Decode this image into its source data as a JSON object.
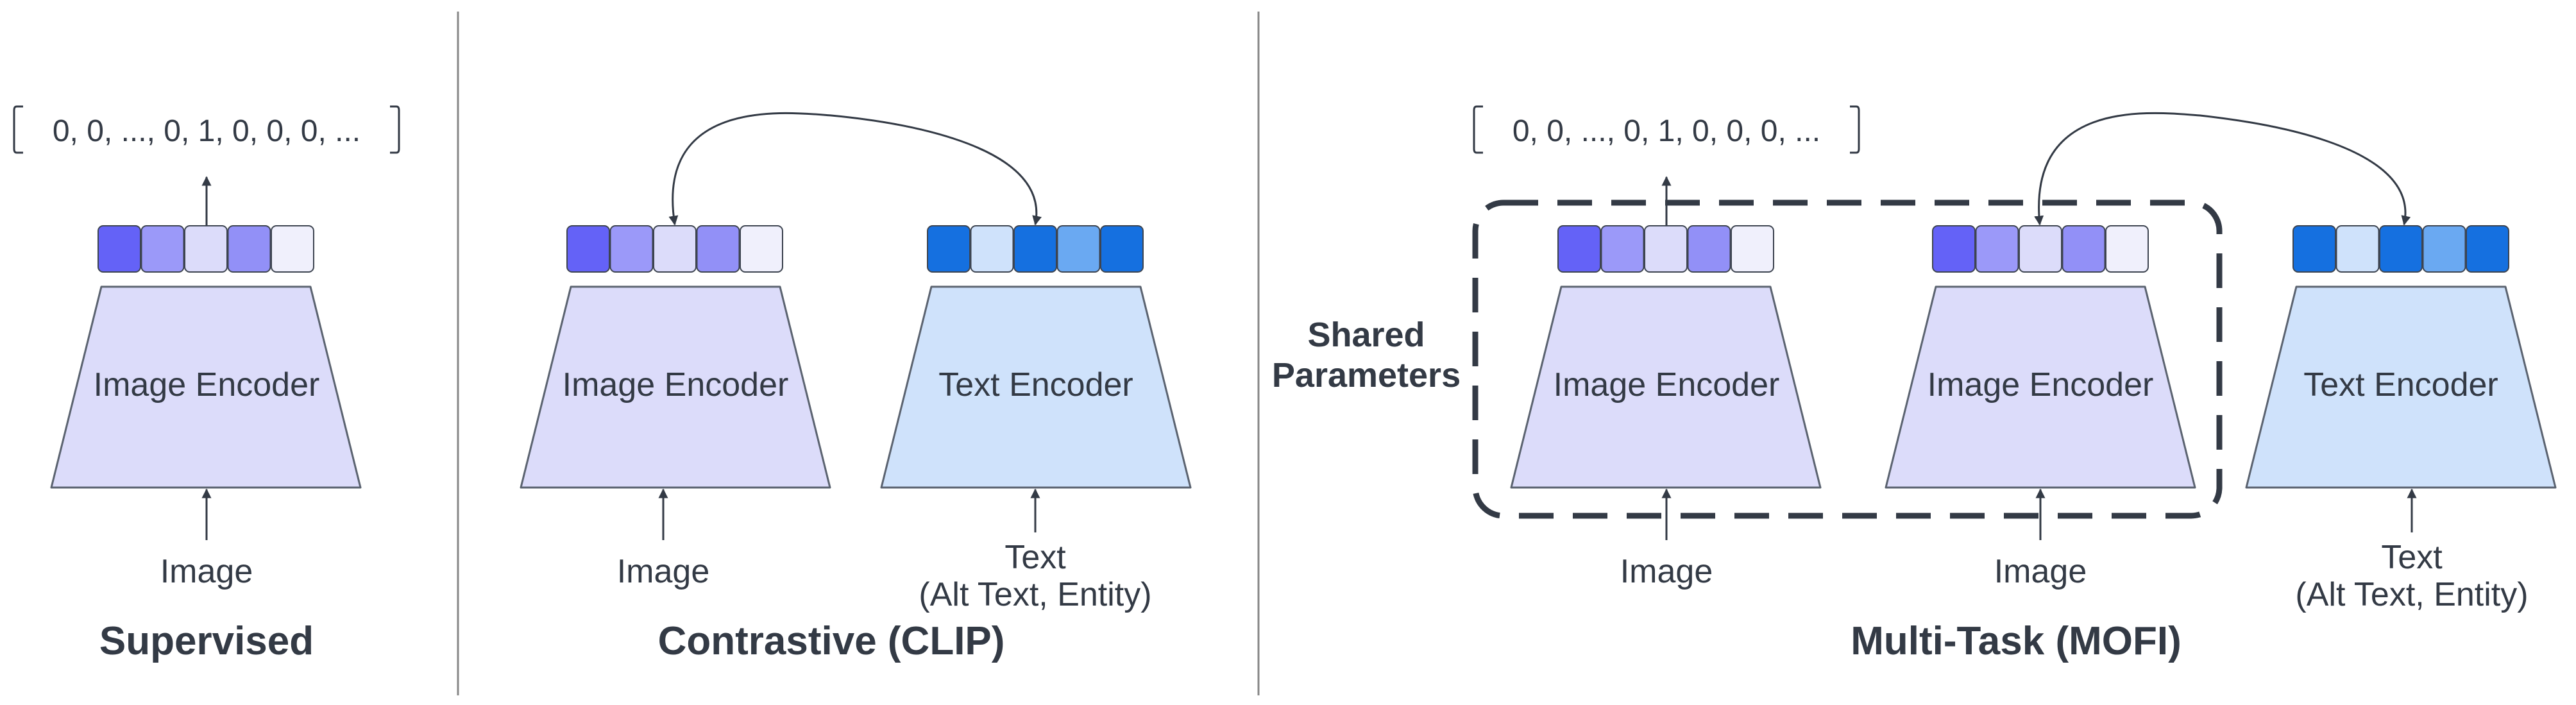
{
  "colors": {
    "image_encoder_fill": "#dcdcfa",
    "text_encoder_fill": "#cfe2fb",
    "encoder_stroke": "#5b6370",
    "ink": "#333a45",
    "divider": "#888888",
    "img_cells": [
      "#6462f7",
      "#9b99f9",
      "#dcdcfa",
      "#9290f7",
      "#f0f0fc"
    ],
    "txt_cells": [
      "#1570e0",
      "#cfe2fb",
      "#1570e0",
      "#6aa9f2",
      "#1570e0"
    ]
  },
  "icons": [
    "arrow-up-icon",
    "curved-double-arrow-icon",
    "bracket-icon"
  ],
  "panels": {
    "supervised": {
      "title": "Supervised",
      "encoder": "Image Encoder",
      "input": "Image",
      "output": "0, 0, ..., 0, 1, 0, 0, 0, ..."
    },
    "contrastive": {
      "title": "Contrastive (CLIP)",
      "image_encoder": "Image Encoder",
      "text_encoder": "Text Encoder",
      "image_input": "Image",
      "text_input_line1": "Text",
      "text_input_line2": "(Alt Text, Entity)"
    },
    "multitask": {
      "title": "Multi-Task (MOFI)",
      "shared_line1": "Shared",
      "shared_line2": "Parameters",
      "image_encoder_a": "Image Encoder",
      "image_encoder_b": "Image Encoder",
      "text_encoder": "Text Encoder",
      "image_input_a": "Image",
      "image_input_b": "Image",
      "text_input_line1": "Text",
      "text_input_line2": "(Alt Text, Entity)",
      "output": "0, 0, ..., 0, 1, 0, 0, 0, ..."
    }
  }
}
